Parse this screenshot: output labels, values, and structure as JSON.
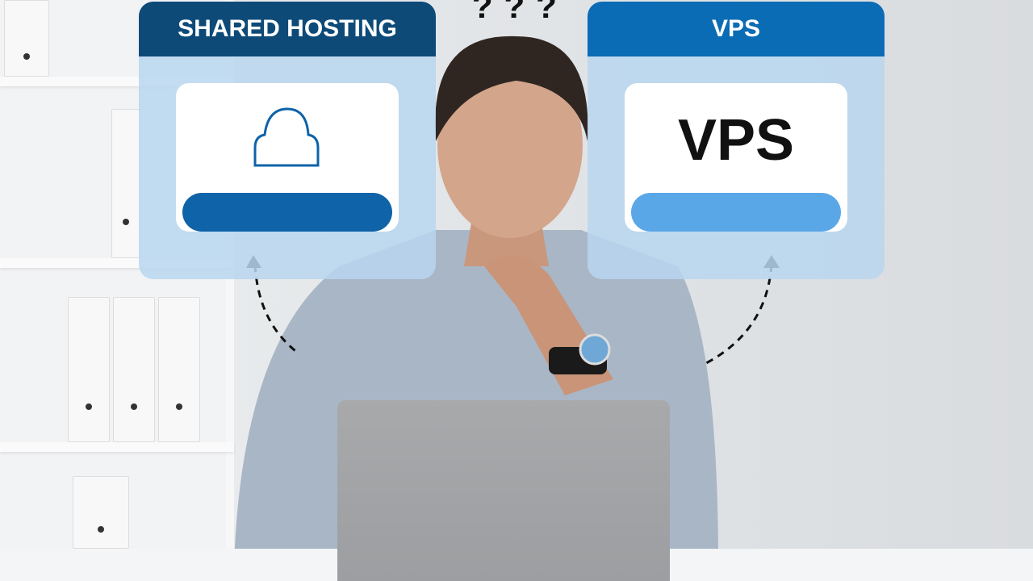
{
  "question_marks": "???",
  "cards": [
    {
      "title": "SHARED HOSTING",
      "icon": "cloud-icon",
      "header_color": "#0d4a78",
      "bar_color": "#0f63a8"
    },
    {
      "title": "VPS",
      "body_text": "VPS",
      "header_color": "#0a6cb4",
      "bar_color": "#5aa7e8"
    }
  ]
}
